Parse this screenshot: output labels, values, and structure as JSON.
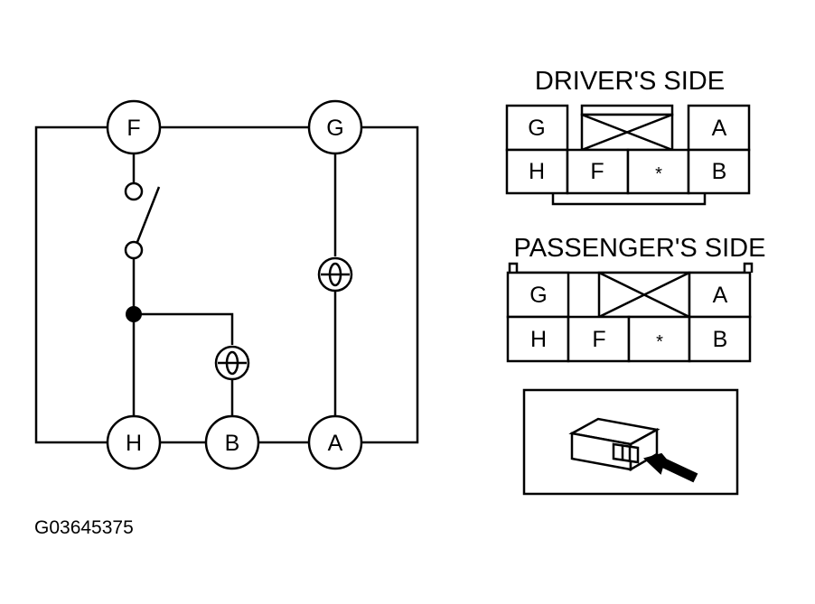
{
  "schematic": {
    "pins": {
      "F": "F",
      "G": "G",
      "H": "H",
      "B": "B",
      "A": "A"
    }
  },
  "drivers_side": {
    "title": "DRIVER'S SIDE",
    "top_row": [
      "G",
      "A"
    ],
    "bottom_row": [
      "H",
      "F",
      "*",
      "B"
    ]
  },
  "passengers_side": {
    "title": "PASSENGER'S SIDE",
    "top_row": [
      "G",
      "A"
    ],
    "bottom_row": [
      "H",
      "F",
      "*",
      "B"
    ]
  },
  "figure_code": "G03645375"
}
